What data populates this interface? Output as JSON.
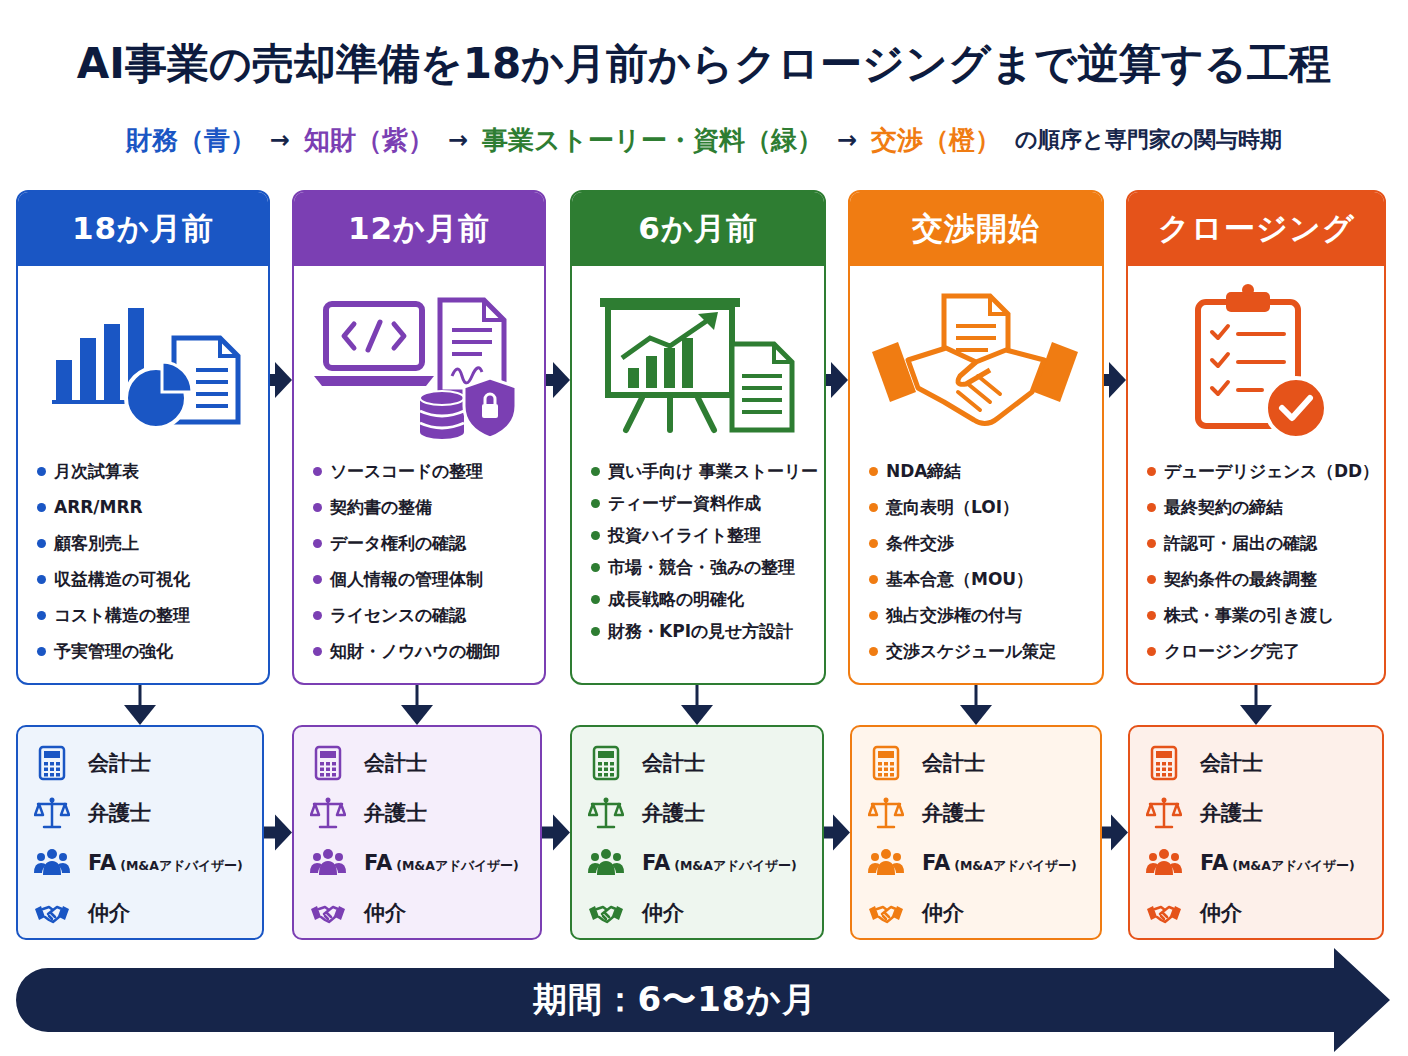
{
  "diagram": {
    "title": "AI事業の売却準備を18か月前からクロージングまで逆算する工程",
    "nodes": [
      {
        "text": [
          "18か月前",
          "月次試算表",
          "ARR/MRR",
          "顧客別売上",
          "収益構造の可視化",
          "コスト構造の整理",
          "予実管理の強化"
        ]
      },
      {
        "text": [
          "12か月前",
          "ソースコードの整理",
          "契約書の整備",
          "データ権利の確認",
          "個人情報の管理体制",
          "ライセンスの確認",
          "知財・ノウハウの棚卸"
        ]
      },
      {
        "text": [
          "6か月前",
          "買い手向け 事業ストーリー",
          "ティーザー資料作成",
          "投資ハイライト整理",
          "市場・競合・強みの整理",
          "成長戦略の明確化",
          "財務・KPIの見せ方設計"
        ]
      },
      {
        "text": [
          "交渉開始",
          "NDA締結",
          "意向表明（LOI）",
          "条件交渉",
          "基本合意（MOU）",
          "独占交渉権の付与",
          "交渉スケジュール策定"
        ]
      },
      {
        "text": [
          "クロージング",
          "デューデリジェンス（DD）",
          "最終契約の締結",
          "許認可・届出の確認",
          "契約条件の最終調整",
          "株式・事業の引き渡し",
          "クロージング完了"
        ]
      },
      {
        "text": [
          "会計士",
          "弁護士",
          "FA",
          "(M&Aアドバイザー)",
          "仲介"
        ]
      },
      {
        "text": [
          "会計士",
          "弁護士",
          "FA",
          "(M&Aアドバイザー)",
          "仲介"
        ]
      },
      {
        "text": [
          "会計士",
          "弁護士",
          "FA",
          "(M&Aアドバイザー)",
          "仲介"
        ]
      },
      {
        "text": [
          "会計士",
          "弁護士",
          "FA",
          "(M&Aアドバイザー)",
          "仲介"
        ]
      },
      {
        "text": [
          "会計士",
          "弁護士",
          "FA",
          "(M&Aアドバイザー)",
          "仲介"
        ]
      },
      {
        "text": [
          "期間：6〜18か月"
        ]
      }
    ],
    "edges": [
      {
        "from": 0,
        "to": 1,
        "arrow": "to"
      },
      {
        "from": 1,
        "to": 2,
        "arrow": "to"
      },
      {
        "from": 2,
        "to": 3,
        "arrow": "to"
      },
      {
        "from": 3,
        "to": 4,
        "arrow": "to"
      },
      {
        "from": 0,
        "to": 5,
        "arrow": "to"
      },
      {
        "from": 1,
        "to": 6,
        "arrow": "to"
      },
      {
        "from": 2,
        "to": 7,
        "arrow": "to"
      },
      {
        "from": 3,
        "to": 8,
        "arrow": "to"
      },
      {
        "from": 4,
        "to": 9,
        "arrow": "to"
      },
      {
        "from": 5,
        "to": 6,
        "arrow": "to"
      },
      {
        "from": 6,
        "to": 7,
        "arrow": "to"
      },
      {
        "from": 7,
        "to": 8,
        "arrow": "to"
      },
      {
        "from": 8,
        "to": 9,
        "arrow": "to"
      }
    ],
    "labels": [
      "財務（青）",
      "→",
      "知財（紫）",
      "→",
      "事業ストーリー・資料（緑）",
      "→",
      "交渉（橙）",
      "の順序と専門家の関与時期"
    ]
  }
}
